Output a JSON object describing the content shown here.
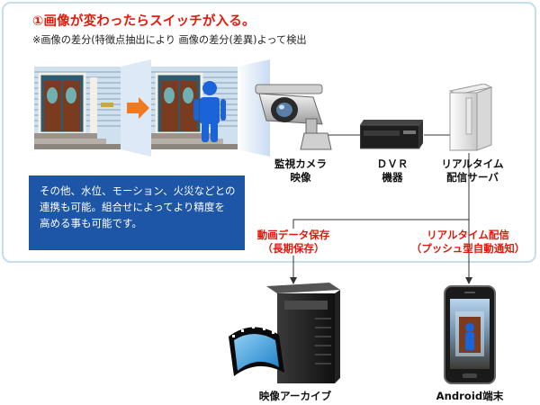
{
  "title": "①画像が変わったらスイッチが入る。",
  "subtitle": "※画像の差分(特徴点抽出により 画像の差分(差異)よって検出",
  "info_lines": [
    "その他、水位、モーション、火災などとの",
    "連携も可能。組合せによってより精度を",
    "高める事も可能です。"
  ],
  "devices": {
    "camera": [
      "監視カメラ",
      "映像"
    ],
    "dvr": [
      "ＤＶＲ",
      "機器"
    ],
    "server": [
      "リアルタイム",
      "配信サーバ"
    ]
  },
  "branches": {
    "archive": [
      "動画データ保存",
      "（長期保存）"
    ],
    "realtime": [
      "リアルタイム配信",
      "（プッシュ型自動通知）"
    ]
  },
  "endpoints": {
    "archive": "映像アーカイブ",
    "android": "Android端末"
  },
  "colors": {
    "accent_red": "#e0180c",
    "info_blue": "#1d56a6",
    "panel_border": "#c2def0"
  }
}
